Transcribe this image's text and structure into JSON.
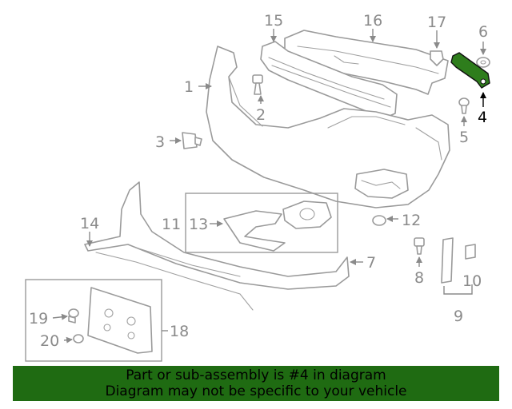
{
  "callouts": {
    "c1": "1",
    "c2": "2",
    "c3": "3",
    "c4": "4",
    "c5": "5",
    "c6": "6",
    "c7": "7",
    "c8": "8",
    "c9": "9",
    "c10": "10",
    "c11": "11",
    "c12": "12",
    "c13": "13",
    "c14": "14",
    "c15": "15",
    "c16": "16",
    "c17": "17",
    "c18": "18",
    "c19": "19",
    "c20": "20"
  },
  "highlight": {
    "part_number": "4",
    "color": "#2e7d1c"
  },
  "colors": {
    "line": "#9a9a9a",
    "label": "#8a8a8a",
    "banner_bg": "#1f6b12"
  },
  "banner": {
    "line1": "Part or sub-assembly is #4 in diagram",
    "line2": "Diagram may not be specific to your vehicle"
  }
}
